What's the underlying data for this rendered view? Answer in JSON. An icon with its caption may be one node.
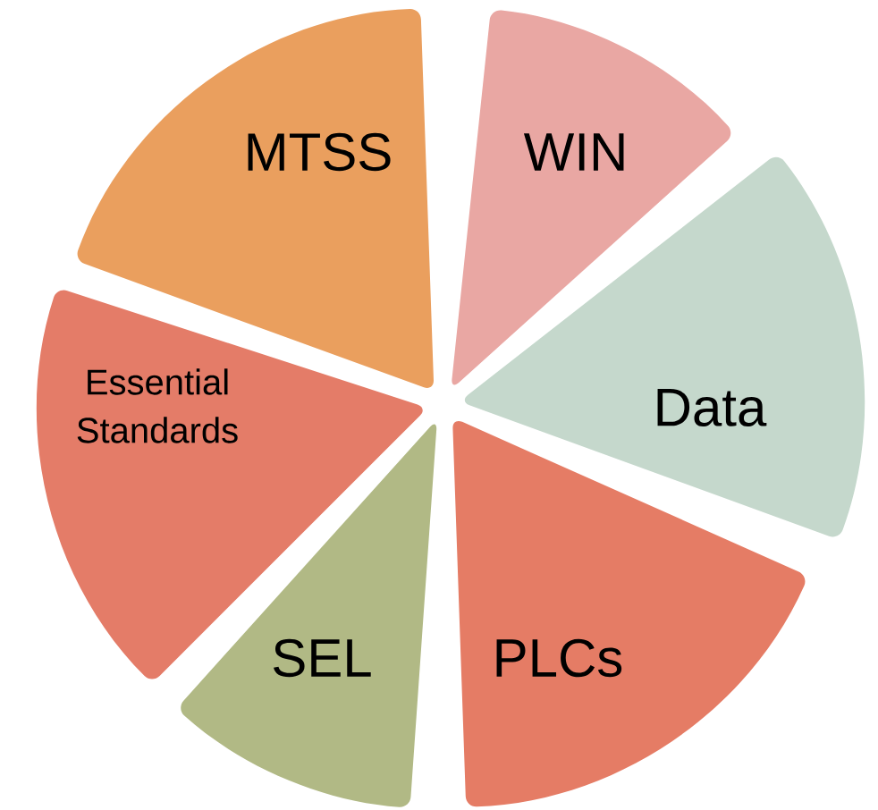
{
  "diagram": {
    "nodes": [
      {
        "text": [
          "MTSS"
        ]
      },
      {
        "text": [
          "WIN"
        ]
      },
      {
        "text": [
          "Essential Standards"
        ]
      },
      {
        "text": [
          "Data"
        ]
      },
      {
        "text": [
          "SEL"
        ]
      },
      {
        "text": [
          "PLCs"
        ]
      }
    ]
  }
}
